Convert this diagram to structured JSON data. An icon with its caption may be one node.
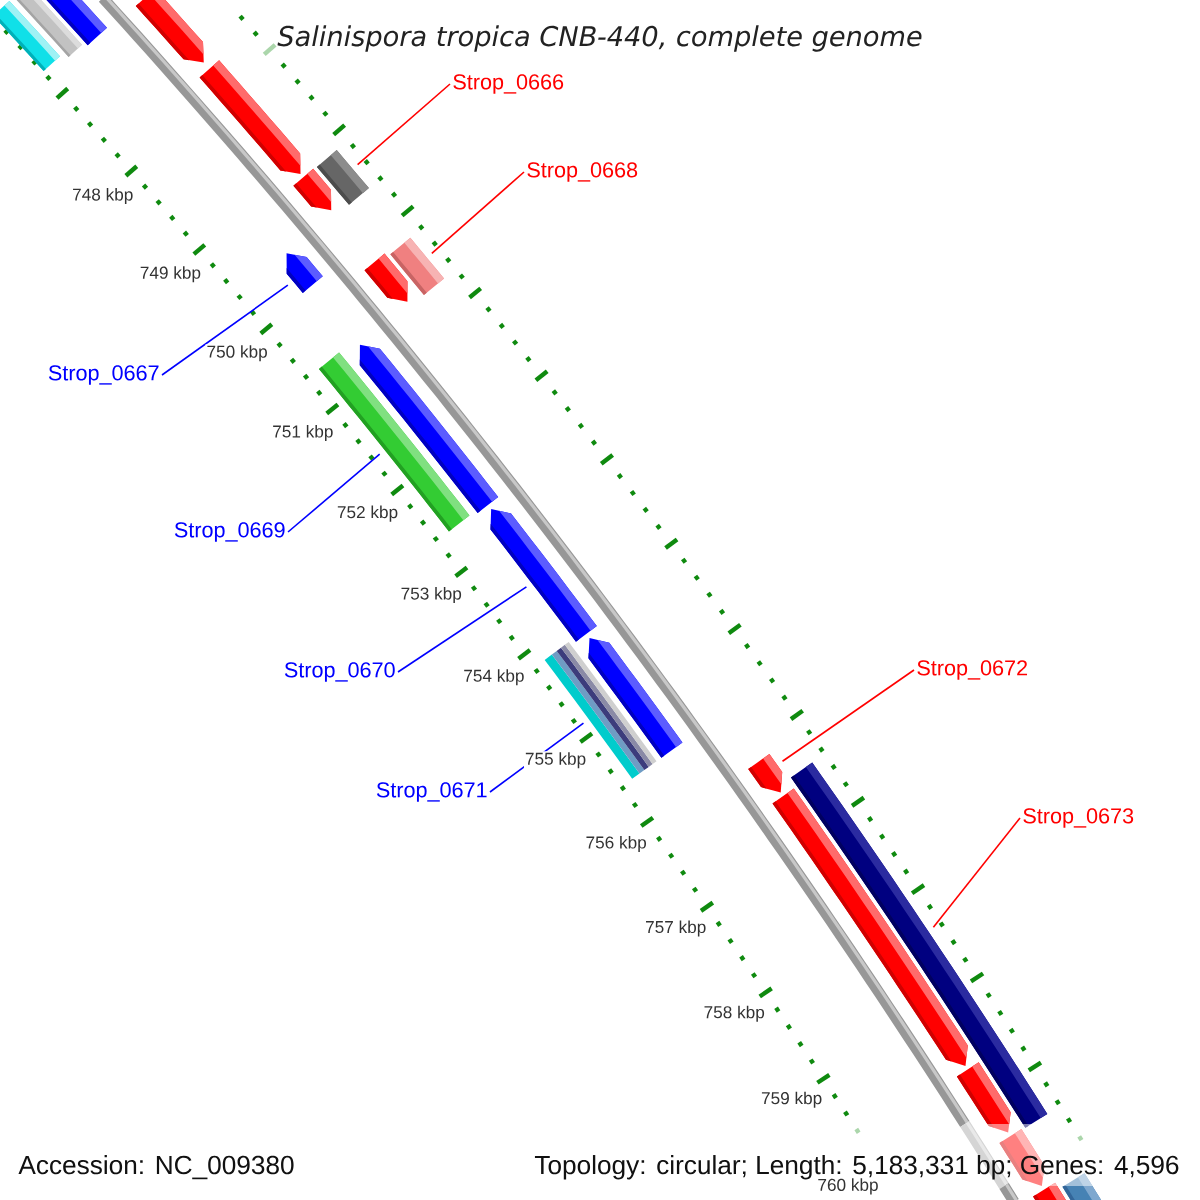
{
  "diagram": {
    "title": "Salinispora tropica CNB-440, complete genome",
    "nodes": [
      {
        "text": [
          "Strop_0666"
        ]
      },
      {
        "text": [
          "Strop_0668"
        ]
      },
      {
        "text": [
          "Strop_0667"
        ]
      },
      {
        "text": [
          "Strop_0669"
        ]
      },
      {
        "text": [
          "Strop_0670"
        ]
      },
      {
        "text": [
          "Strop_0672"
        ]
      },
      {
        "text": [
          "Strop_0671"
        ]
      },
      {
        "text": [
          "Strop_0673"
        ]
      },
      {
        "text": [],
        "shape": "arrow"
      },
      {
        "text": [],
        "shape": "bar"
      },
      {
        "text": [],
        "shape": "bar"
      },
      {
        "text": [],
        "shape": "arrow"
      },
      {
        "text": [],
        "shape": "arrow"
      },
      {
        "text": [],
        "shape": "box"
      },
      {
        "text": [],
        "shape": "arrow"
      },
      {
        "text": [],
        "shape": "arrow"
      },
      {
        "text": [],
        "shape": "box"
      },
      {
        "text": [],
        "shape": "arrow"
      },
      {
        "text": [],
        "shape": "arrow"
      },
      {
        "text": [],
        "shape": "bar"
      },
      {
        "text": [],
        "shape": "arrow"
      },
      {
        "text": [],
        "shape": "arrow"
      },
      {
        "text": [],
        "shape": "bar"
      },
      {
        "text": [],
        "shape": "arrow"
      },
      {
        "text": [],
        "shape": "arrow"
      },
      {
        "text": [],
        "shape": "bar"
      },
      {
        "text": [],
        "shape": "arrow"
      },
      {
        "text": [],
        "shape": "arrow"
      },
      {
        "text": [],
        "shape": "arrow"
      },
      {
        "text": [],
        "shape": "bar"
      }
    ],
    "edges": [
      {
        "from": 0,
        "to": 13,
        "arrow": "none",
        "color": "#ff0000"
      },
      {
        "from": 1,
        "to": 16,
        "arrow": "none",
        "color": "#ff0000"
      },
      {
        "from": 2,
        "to": 15,
        "arrow": "none",
        "color": "#0000ff"
      },
      {
        "from": 3,
        "to": 19,
        "arrow": "none",
        "color": "#0000ff"
      },
      {
        "from": 4,
        "to": 20,
        "arrow": "none",
        "color": "#0000ff"
      },
      {
        "from": 5,
        "to": 23,
        "arrow": "none",
        "color": "#ff0000"
      },
      {
        "from": 6,
        "to": 22,
        "arrow": "none",
        "color": "#0000ff"
      },
      {
        "from": 7,
        "to": 25,
        "arrow": "none",
        "color": "#ff0000"
      }
    ],
    "labels": [
      "748 kbp",
      "749 kbp",
      "750 kbp",
      "751 kbp",
      "752 kbp",
      "753 kbp",
      "754 kbp",
      "755 kbp",
      "756 kbp",
      "757 kbp",
      "758 kbp",
      "759 kbp",
      "760 kbp",
      "Accession: NC_009380",
      "Topology: circular; Length: 5,183,331 bp; Genes: 4,596"
    ]
  }
}
